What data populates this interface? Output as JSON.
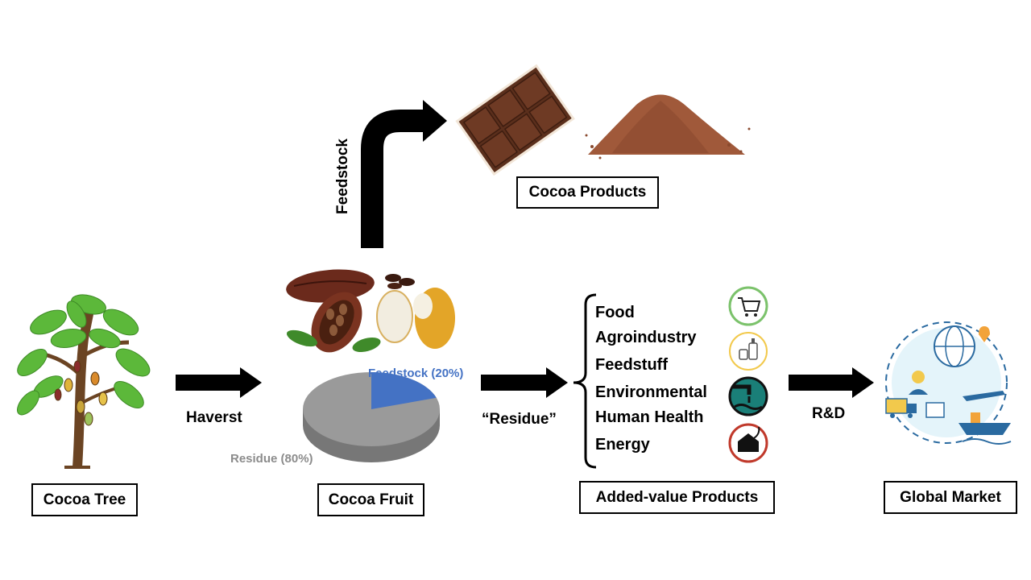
{
  "boxes": {
    "cocoa_tree": "Cocoa Tree",
    "cocoa_fruit": "Cocoa Fruit",
    "cocoa_products": "Cocoa Products",
    "added_value_products": "Added-value Products",
    "global_market": "Global Market"
  },
  "arrows": {
    "harvest": "Haverst",
    "feedstock": "Feedstock",
    "residue": "“Residue”",
    "rd": "R&D"
  },
  "pie": {
    "feedstock_label": "Feedstock (20%)",
    "residue_label": "Residue (80%)",
    "feedstock_fraction": 0.2,
    "feedstock_color": "#4472c4",
    "residue_color": "#9a9a9a"
  },
  "categories": [
    "Food",
    "Agroindustry",
    "Feedstuff",
    "Environmental",
    "Human Health",
    "Energy"
  ],
  "icons": [
    {
      "name": "cart-icon",
      "ring": "#7bc26b",
      "fill": "#ffffff"
    },
    {
      "name": "bottles-icon",
      "ring": "#f2c94c",
      "fill": "#ffffff"
    },
    {
      "name": "wastewater-icon",
      "ring": "#111111",
      "fill": "#1a7f78"
    },
    {
      "name": "biomass-energy-icon",
      "ring": "#c0392b",
      "fill": "#ffffff"
    }
  ]
}
